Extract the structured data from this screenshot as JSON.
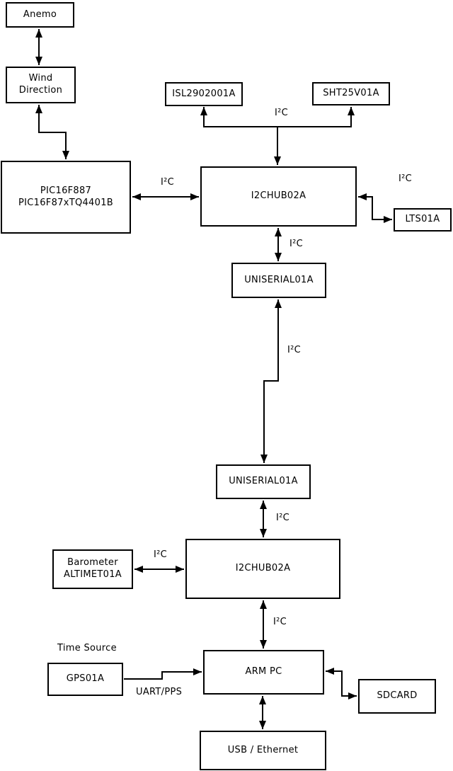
{
  "diagram": {
    "nodes": {
      "anemo": {
        "label": "Anemo"
      },
      "wind_direction": {
        "label": "Wind\nDirection"
      },
      "pic": {
        "label": "PIC16F887\nPIC16F87xTQ4401B"
      },
      "isl": {
        "label": "ISL2902001A"
      },
      "sht": {
        "label": "SHT25V01A"
      },
      "i2chub_top": {
        "label": "I2CHUB02A"
      },
      "lts": {
        "label": "LTS01A"
      },
      "uniserial_top": {
        "label": "UNISERIAL01A"
      },
      "uniserial_bottom": {
        "label": "UNISERIAL01A"
      },
      "i2chub_bottom": {
        "label": "I2CHUB02A"
      },
      "barometer": {
        "label": "Barometer\nALTIMET01A"
      },
      "gps": {
        "label": "GPS01A"
      },
      "arm_pc": {
        "label": "ARM PC"
      },
      "sdcard": {
        "label": "SDCARD"
      },
      "usb_ethernet": {
        "label": "USB / Ethernet"
      }
    },
    "labels": {
      "i2c": "I²C",
      "time_source": "Time Source",
      "uart_pps": "UART/PPS"
    },
    "connections": [
      {
        "from": "anemo",
        "to": "wind_direction",
        "direction": "both",
        "label": ""
      },
      {
        "from": "wind_direction",
        "to": "pic",
        "direction": "both",
        "label": ""
      },
      {
        "from": "pic",
        "to": "i2chub_top",
        "direction": "both",
        "label": "I²C"
      },
      {
        "from": "i2chub_top",
        "to": "isl",
        "direction": "both",
        "label": "I²C"
      },
      {
        "from": "i2chub_top",
        "to": "sht",
        "direction": "both",
        "label": "I²C"
      },
      {
        "from": "i2chub_top",
        "to": "lts",
        "direction": "both",
        "label": "I²C"
      },
      {
        "from": "i2chub_top",
        "to": "uniserial_top",
        "direction": "both",
        "label": "I²C"
      },
      {
        "from": "uniserial_top",
        "to": "uniserial_bottom",
        "direction": "both",
        "label": "I²C"
      },
      {
        "from": "uniserial_bottom",
        "to": "i2chub_bottom",
        "direction": "both",
        "label": "I²C"
      },
      {
        "from": "barometer",
        "to": "i2chub_bottom",
        "direction": "both",
        "label": "I²C"
      },
      {
        "from": "i2chub_bottom",
        "to": "arm_pc",
        "direction": "both",
        "label": "I²C"
      },
      {
        "from": "gps",
        "to": "arm_pc",
        "direction": "one-way",
        "label": "UART/PPS"
      },
      {
        "from": "arm_pc",
        "to": "sdcard",
        "direction": "both",
        "label": ""
      },
      {
        "from": "arm_pc",
        "to": "usb_ethernet",
        "direction": "both",
        "label": ""
      }
    ],
    "colors": {
      "line": "#000000",
      "box_fill": "#ffffff",
      "background": "#ffffff",
      "text": "#000000"
    }
  }
}
